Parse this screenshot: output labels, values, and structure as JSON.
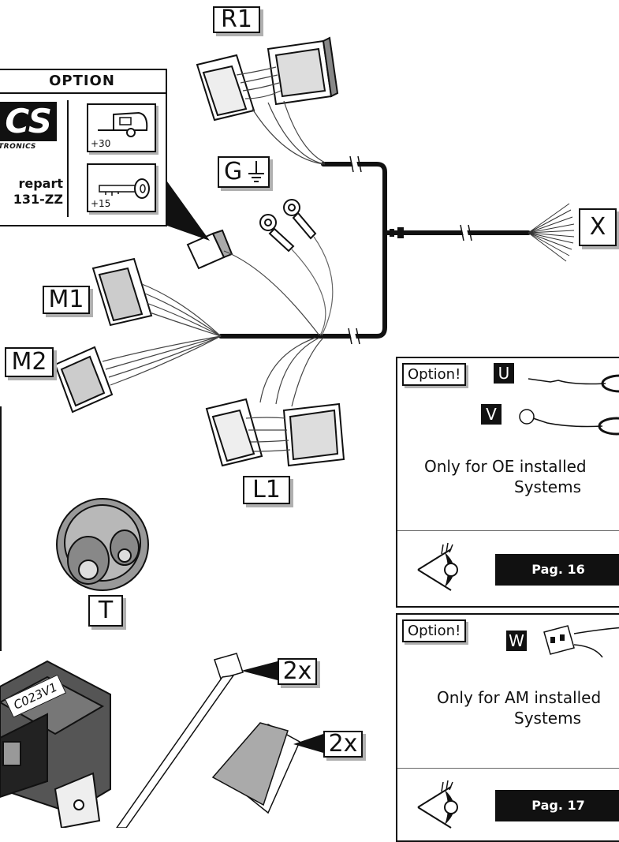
{
  "labels": {
    "r1": "R1",
    "g": "G",
    "x": "X",
    "m1": "M1",
    "m2": "M2",
    "l1": "L1",
    "t": "T",
    "tie_qty": "2x",
    "wipe_qty": "2x"
  },
  "option_box": {
    "title": "OPTION",
    "logo_text": "CS",
    "logo_sub": "TRONICS",
    "sparepart_line1": "repart",
    "sparepart_line2": "131-ZZ",
    "caravan_value": "+30",
    "key_value": "+15"
  },
  "panel_oe": {
    "option_label": "Option!",
    "u_label": "U",
    "v_label": "V",
    "text_line1": "Only for OE installed",
    "text_line2": "Systems",
    "page_ref": "Pag. 16"
  },
  "panel_am": {
    "option_label": "Option!",
    "w_label": "W",
    "text_line1": "Only for AM installed",
    "text_line2": "Systems",
    "page_ref": "Pag. 17"
  },
  "module": {
    "label_text": "C023V1"
  },
  "icons": [
    "caravan-icon",
    "key-icon",
    "ground-icon",
    "eye-icon"
  ]
}
